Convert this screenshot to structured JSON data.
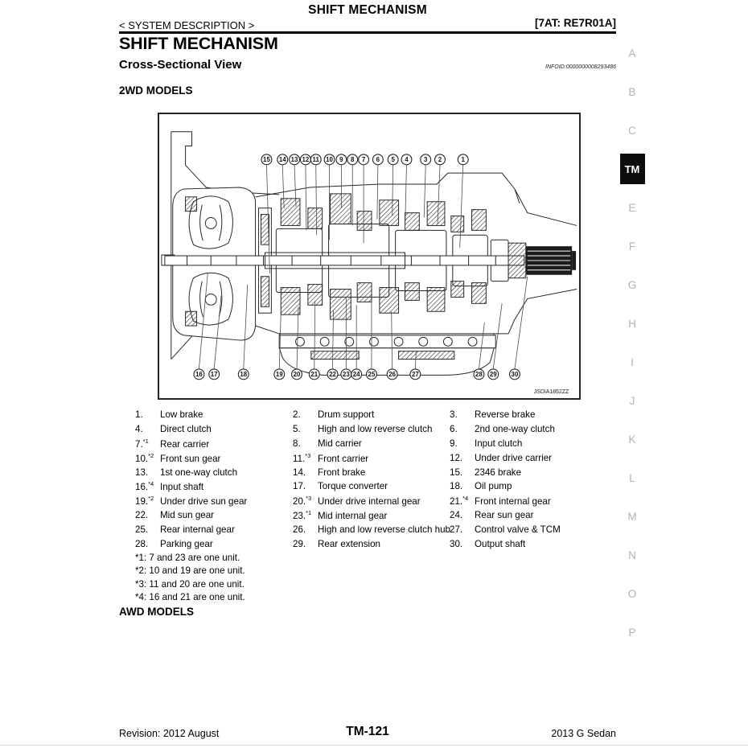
{
  "header": {
    "page_title": "SHIFT MECHANISM",
    "section_link": "< SYSTEM DESCRIPTION >",
    "model_code": "[7AT: RE7R01A]"
  },
  "content": {
    "heading": "SHIFT MECHANISM",
    "subheading": "Cross-Sectional View",
    "infoid": "INFOID:0000000008293486",
    "section_2wd": "2WD MODELS",
    "section_awd": "AWD MODELS"
  },
  "diagram": {
    "figure_code": "JSDIA1852ZZ",
    "top_callouts": [
      "15",
      "14",
      "13",
      "12",
      "11",
      "10",
      "9",
      "8",
      "7",
      "6",
      "5",
      "4",
      "3",
      "2",
      "1"
    ],
    "bottom_callouts": [
      "16",
      "17",
      "18",
      "19",
      "20",
      "21",
      "22",
      "23",
      "24",
      "25",
      "26",
      "27",
      "28",
      "29",
      "30"
    ]
  },
  "legend": {
    "items": [
      {
        "num": "1.",
        "sup": "",
        "label": "Low brake"
      },
      {
        "num": "2.",
        "sup": "",
        "label": "Drum support"
      },
      {
        "num": "3.",
        "sup": "",
        "label": "Reverse brake"
      },
      {
        "num": "4.",
        "sup": "",
        "label": "Direct clutch"
      },
      {
        "num": "5.",
        "sup": "",
        "label": "High and low reverse clutch"
      },
      {
        "num": "6.",
        "sup": "",
        "label": "2nd one-way clutch"
      },
      {
        "num": "7.",
        "sup": "*1",
        "label": "Rear carrier"
      },
      {
        "num": "8.",
        "sup": "",
        "label": "Mid carrier"
      },
      {
        "num": "9.",
        "sup": "",
        "label": "Input clutch"
      },
      {
        "num": "10.",
        "sup": "*2",
        "label": "Front sun gear"
      },
      {
        "num": "11.",
        "sup": "*3",
        "label": "Front carrier"
      },
      {
        "num": "12.",
        "sup": "",
        "label": "Under drive carrier"
      },
      {
        "num": "13.",
        "sup": "",
        "label": "1st one-way clutch"
      },
      {
        "num": "14.",
        "sup": "",
        "label": "Front brake"
      },
      {
        "num": "15.",
        "sup": "",
        "label": "2346 brake"
      },
      {
        "num": "16.",
        "sup": "*4",
        "label": "Input shaft"
      },
      {
        "num": "17.",
        "sup": "",
        "label": "Torque converter"
      },
      {
        "num": "18.",
        "sup": "",
        "label": "Oil pump"
      },
      {
        "num": "19.",
        "sup": "*2",
        "label": "Under drive sun gear"
      },
      {
        "num": "20.",
        "sup": "*3",
        "label": "Under drive internal gear"
      },
      {
        "num": "21.",
        "sup": "*4",
        "label": "Front internal gear"
      },
      {
        "num": "22.",
        "sup": "",
        "label": "Mid sun gear"
      },
      {
        "num": "23.",
        "sup": "*1",
        "label": "Mid internal gear"
      },
      {
        "num": "24.",
        "sup": "",
        "label": "Rear sun gear"
      },
      {
        "num": "25.",
        "sup": "",
        "label": "Rear internal gear"
      },
      {
        "num": "26.",
        "sup": "",
        "label": "High and low reverse clutch hub"
      },
      {
        "num": "27.",
        "sup": "",
        "label": "Control valve & TCM"
      },
      {
        "num": "28.",
        "sup": "",
        "label": "Parking gear"
      },
      {
        "num": "29.",
        "sup": "",
        "label": "Rear extension"
      },
      {
        "num": "30.",
        "sup": "",
        "label": "Output shaft"
      }
    ]
  },
  "footnotes": [
    "*1: 7 and 23 are one unit.",
    "*2: 10 and 19 are one unit.",
    "*3: 11 and 20 are one unit.",
    "*4: 16 and 21 are one unit."
  ],
  "sidebar": {
    "items": [
      "A",
      "B",
      "C",
      "TM",
      "E",
      "F",
      "G",
      "H",
      "I",
      "J",
      "K",
      "L",
      "M",
      "N",
      "O",
      "P"
    ],
    "active": "TM"
  },
  "footer": {
    "revision": "Revision: 2012 August",
    "page_number": "TM-121",
    "model": "2013 G Sedan"
  }
}
